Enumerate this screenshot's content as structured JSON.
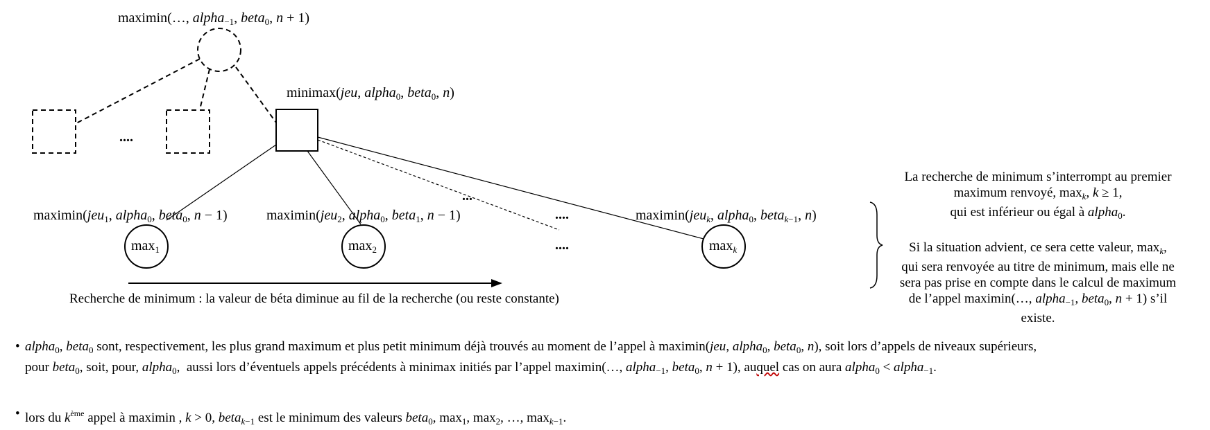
{
  "tree": {
    "root_label": "maximin(…, alpha₋₁, beta₀, n + 1)",
    "minimax_label": "minimax(jeu, alpha₀, beta₀, n)",
    "ellipsis_siblings": "....",
    "ellipsis_children_top": "...",
    "ellipsis_children_mid": "....",
    "ellipsis_children_bottom": "....",
    "children": [
      {
        "call": "maximin(jeu₁, alpha₀, beta₀, n − 1)",
        "node": "max₁"
      },
      {
        "call": "maximin(jeu₂, alpha₀, beta₁, n − 1)",
        "node": "max₂"
      },
      {
        "call": "maximin(jeuₖ, alpha₀, betaₖ₋₁, n)",
        "node": "maxₖ"
      }
    ],
    "arrow_caption": "Recherche de minimum : la valeur de béta diminue au fil de la recherche (ou reste constante)"
  },
  "note": {
    "paragraph1": [
      "La recherche de minimum s’interrompt au premier",
      "maximum renvoyé, maxₖ, k ≥ 1,",
      "qui est inférieur ou égal à alpha₀."
    ],
    "paragraph2": [
      "Si la situation advient, ce sera cette valeur, maxₖ,",
      "qui sera renvoyée au titre de minimum, mais elle ne",
      "sera pas prise en compte dans le calcul de maximum",
      "de l’appel maximin(…, alpha₋₁, beta₀, n + 1) s’il",
      "existe."
    ]
  },
  "bullets": [
    "alpha₀, beta₀ sont, respectivement, les plus grand maximum et plus petit minimum déjà trouvés au moment de l’appel à maximin(jeu, alpha₀, beta₀, n), soit lors d’appels de niveaux supérieurs, pour beta₀, soit, pour, alpha₀, aussi lors d’éventuels appels précédents à minimax initiés par l’appel maximin(…, alpha₋₁, beta₀, n + 1), auquel cas on aura alpha₀ < alpha₋₁.",
    "lors du kème appel à maximin , k > 0, betaₖ₋₁ est le minimum des valeurs beta₀, max₁, max₂, …, maxₖ₋₁."
  ]
}
